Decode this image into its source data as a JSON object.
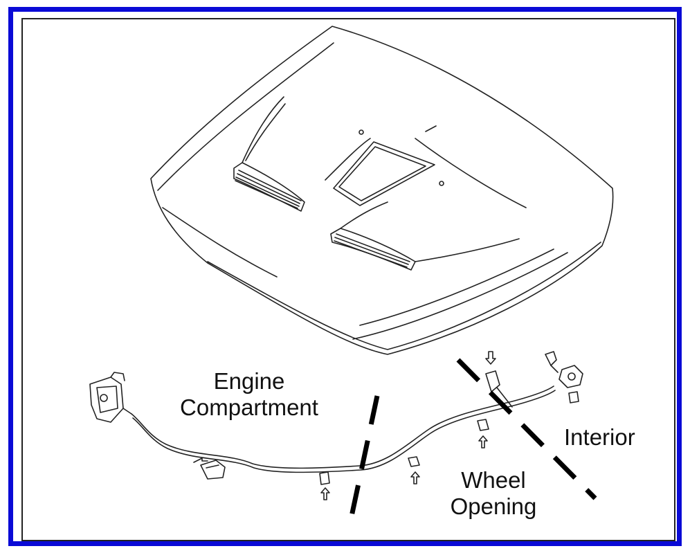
{
  "colors": {
    "frame": "#0a0ad6",
    "ink": "#111111",
    "background": "#ffffff"
  },
  "labels": {
    "engine_line1": "Engine",
    "engine_line2": "Compartment",
    "wheel_line1": "Wheel",
    "wheel_line2": "Opening",
    "interior": "Interior"
  }
}
